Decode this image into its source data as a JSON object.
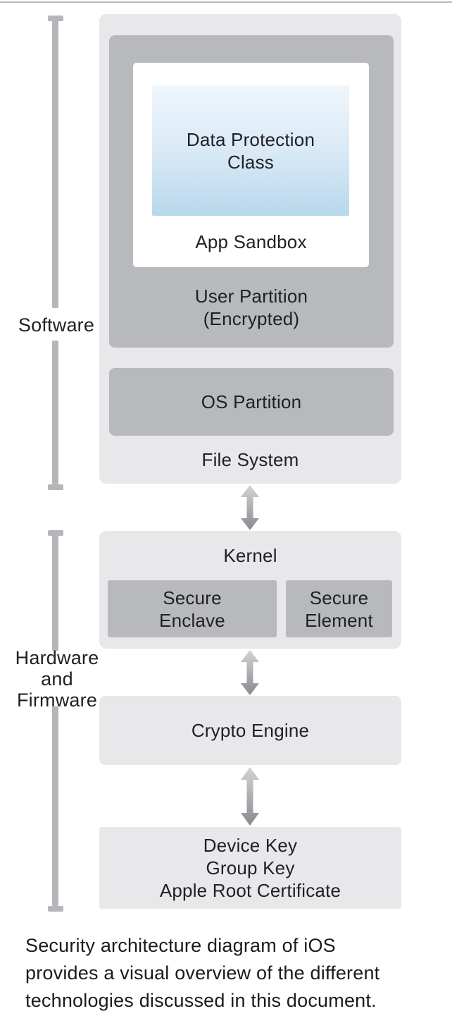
{
  "diagram": {
    "title_semantic": "iOS security architecture diagram",
    "side_labels": {
      "software": "Software",
      "hardware_line1": "Hardware and",
      "hardware_line2": "Firmware"
    },
    "boxes": {
      "data_protection": {
        "line1": "Data Protection",
        "line2": "Class"
      },
      "app_sandbox": {
        "label": "App Sandbox"
      },
      "user_partition": {
        "line1": "User Partition",
        "line2": "(Encrypted)"
      },
      "os_partition": {
        "label": "OS Partition"
      },
      "file_system": {
        "label": "File System"
      },
      "kernel": {
        "label": "Kernel"
      },
      "secure_enclave": {
        "line1": "Secure",
        "line2": "Enclave"
      },
      "secure_element": {
        "line1": "Secure",
        "line2": "Element"
      },
      "crypto_engine": {
        "label": "Crypto Engine"
      },
      "device_keys": {
        "line1": "Device Key",
        "line2": "Group Key",
        "line3": "Apple Root Certificate"
      }
    },
    "icons": {
      "connector": "double-vertical-arrow-icon"
    },
    "colors": {
      "container_gray": "#e8e8ea",
      "inner_gray": "#b8b9bd",
      "bracket_gray": "#b5b6ba",
      "arrow_gradient_top": "#d2d3d5",
      "arrow_gradient_bottom": "#8a8b8f",
      "blue_gradient_top": "#eff6fc",
      "blue_gradient_bottom": "#b7d8ec",
      "text": "#1f2023"
    }
  },
  "caption": {
    "line1": "Security architecture diagram of iOS",
    "line2": "provides a visual overview of the different",
    "line3": "technologies discussed in this document."
  }
}
